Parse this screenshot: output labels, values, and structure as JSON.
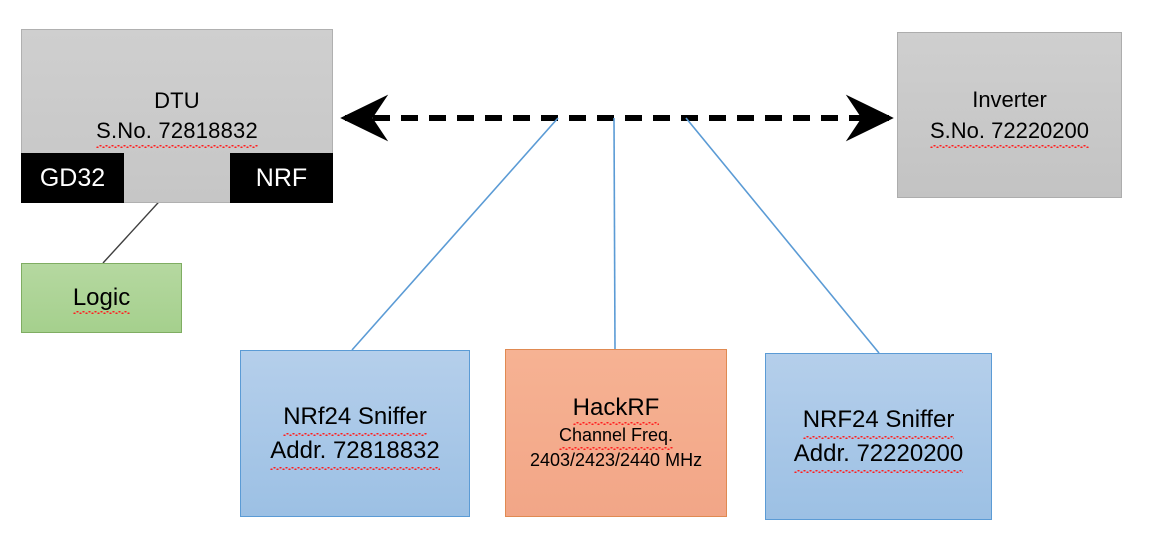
{
  "diagram": {
    "title": "HackRF / NRF24 sniffing setup for DTU-Inverter link",
    "colors": {
      "gray_box": "#c8c8c8",
      "black_chip": "#000000",
      "green_box": "#a9d18e",
      "blue_box": "#a6c4e6",
      "orange_box": "#f4aa84",
      "connector_blue": "#5b9bd5",
      "arrow_black": "#000000",
      "spellcheck_red": "#ff2020"
    },
    "nodes": {
      "dtu": {
        "name": "DTU",
        "serial_label": "S.No. 72818832",
        "chips": [
          {
            "label": "GD32"
          },
          {
            "label": "NRF"
          }
        ]
      },
      "inverter": {
        "name": "Inverter",
        "serial_label": "S.No. 72220200"
      },
      "logic": {
        "label": "Logic"
      },
      "sniffer_left": {
        "title": "NRf24 Sniffer",
        "address": "Addr. 72818832"
      },
      "sniffer_right": {
        "title": "NRF24 Sniffer",
        "address": "Addr. 72220200"
      },
      "hackrf": {
        "title": "HackRF",
        "subtitle": "Channel Freq.",
        "frequencies": "2403/2423/2440 MHz"
      }
    },
    "connectors": {
      "rf_link": "dashed double-headed arrow between DTU and Inverter",
      "chip_link": "double-headed arrow between GD32 and NRF",
      "logic_probe": "thin line from Logic to GD32-NRF bus",
      "tap_left": "NRf24 Sniffer to RF link",
      "tap_middle": "HackRF to RF link",
      "tap_right": "NRF24 Sniffer to RF link"
    }
  }
}
